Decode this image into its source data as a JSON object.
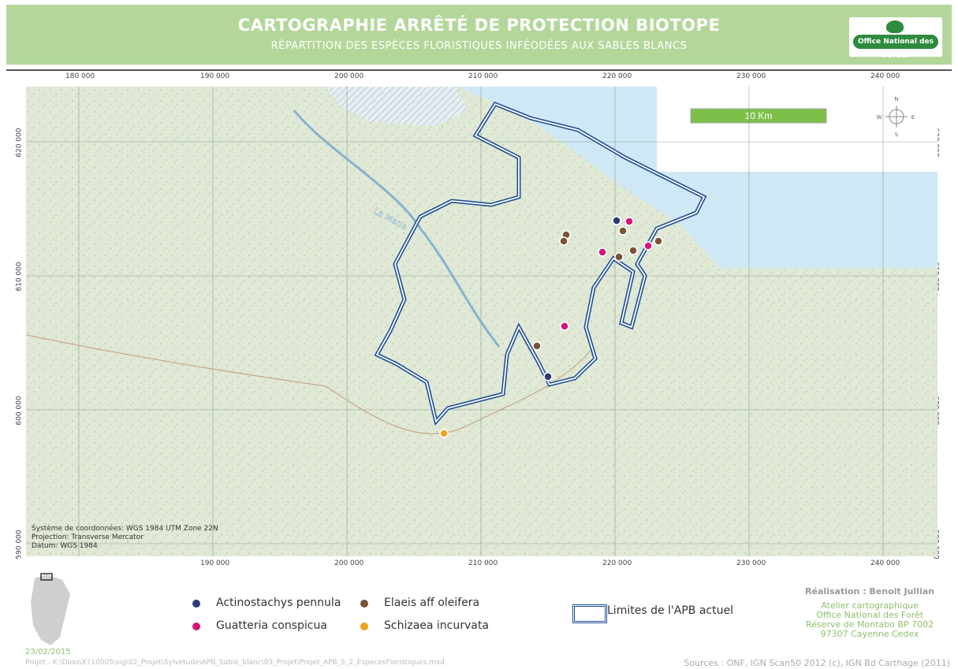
{
  "header": {
    "title": "CARTOGRAPHIE ARRÊTÉ DE PROTECTION BIOTOPE",
    "subtitle": "RÉPARTITION DES ESPÈCES FLORISTIQUES INFÉODÉES AUX SABLES BLANCS",
    "logo_text": "Office National des Forêts"
  },
  "map": {
    "x_ticks": [
      "180 000",
      "190 000",
      "200 000",
      "210 000",
      "220 000",
      "230 000",
      "240 000"
    ],
    "y_ticks": [
      "620 000",
      "610 000",
      "600 000",
      "590 000"
    ],
    "scale_label": "10 Km",
    "river_label": "La Mana",
    "compass": {
      "n": "N",
      "s": "S",
      "e": "E",
      "w": "W"
    },
    "coord_system": "Système de coordonnées: WGS 1984 UTM Zone 22N",
    "projection": "Projection: Transverse Mercator",
    "datum": "Datum: WGS 1984",
    "colors": {
      "header": "#b3d79a",
      "boundary": "#1f4e99",
      "sea": "#cfe8f5",
      "land": "#dfe9d6",
      "scale_bar": "#7cc04a"
    }
  },
  "legend": {
    "species": [
      {
        "label": "Actinostachys pennula",
        "color": "#2f3a73"
      },
      {
        "label": "Guatteria  conspicua",
        "color": "#d6157a"
      },
      {
        "label": "Elaeis aff oleifera",
        "color": "#7a5236"
      },
      {
        "label": "Schizaea incurvata",
        "color": "#f0a21c"
      }
    ],
    "boundary_label": "Limites de l'APB actuel"
  },
  "credits": {
    "author": "Réalisation : Benoit Jullian",
    "lines": [
      "Atelier cartographique",
      "Office National des Forêt",
      "Réserve de Montabo BP 7002",
      "97307 Cayenne Cedex"
    ]
  },
  "footer": {
    "date": "23/02/2015",
    "project": "Projet : K:\\Doss\\X710005\\sig\\02_Projet\\Sylvetude\\APB_Sable_blanc\\03_Projet\\Projet_APB_S_2_EspecesFloristiques.mxd",
    "sources": "Sources : ONF, IGN Scan50 2012 (c), IGN Bd Carthage (2011)"
  }
}
